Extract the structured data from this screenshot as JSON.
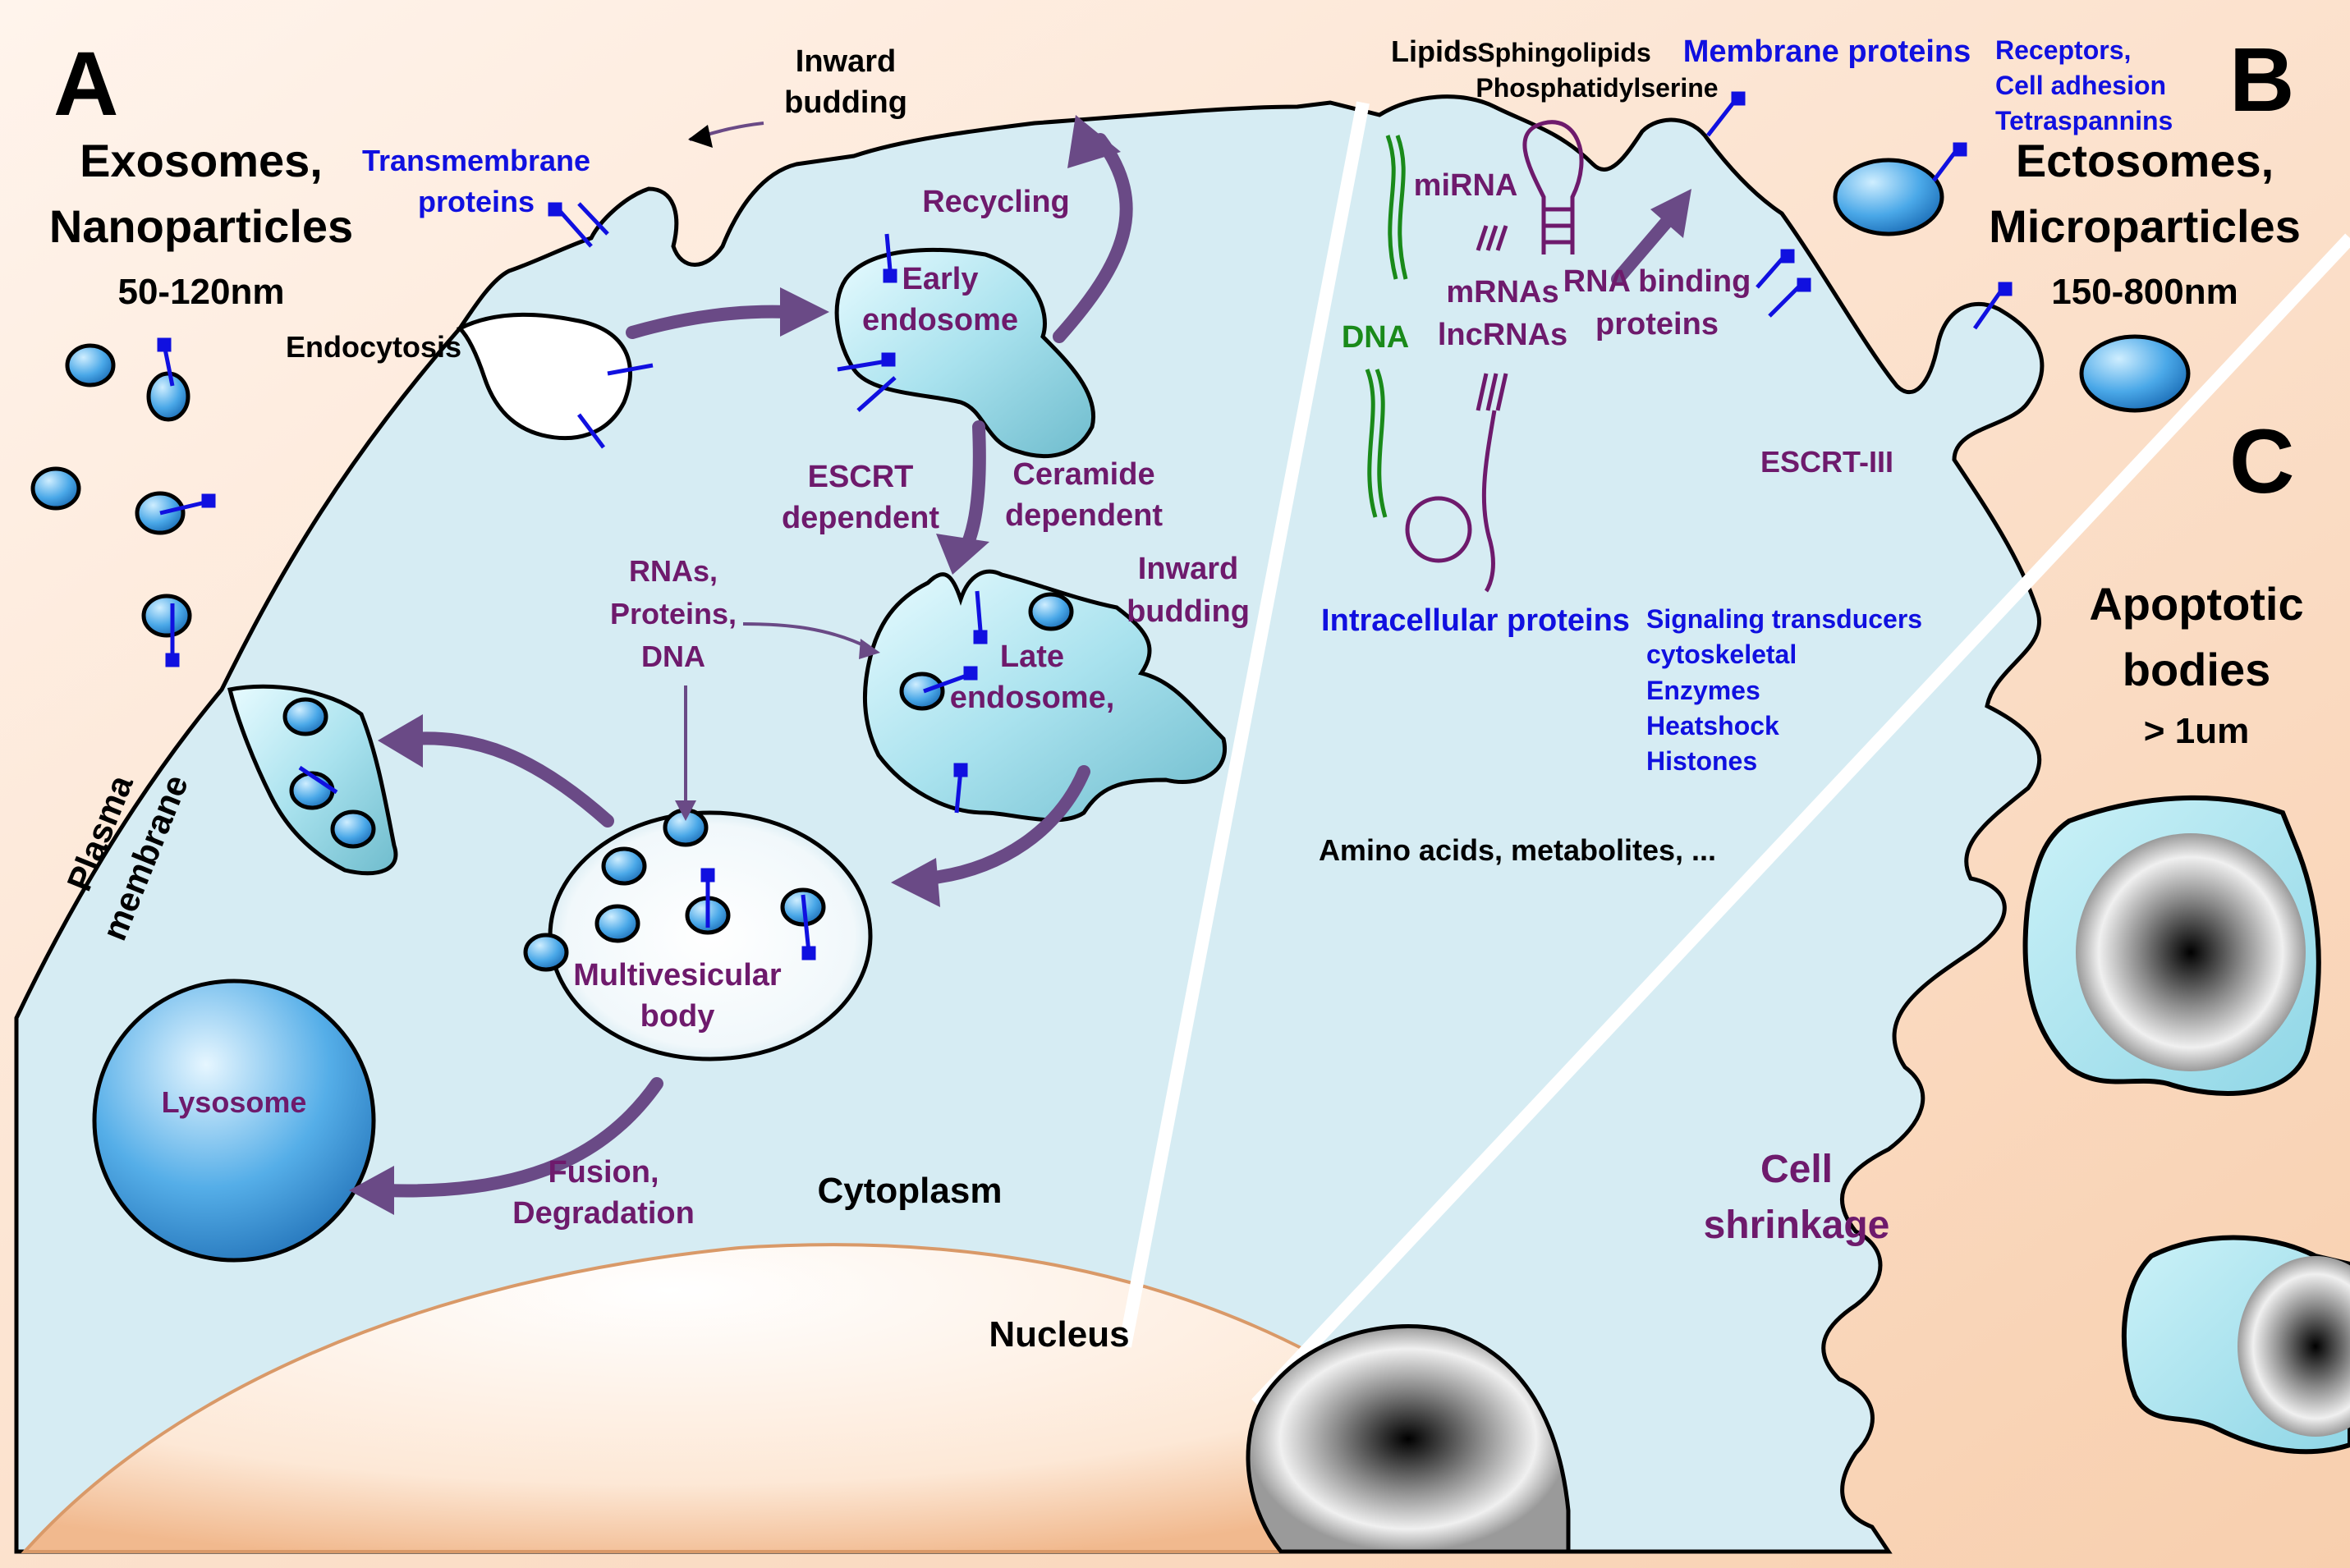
{
  "panels": {
    "a": {
      "letter": "A",
      "title_line1": "Exosomes,",
      "title_line2": "Nanoparticles",
      "size": "50-120nm"
    },
    "b": {
      "letter": "B",
      "title_line1": "Ectosomes,",
      "title_line2": "Microparticles",
      "size": "150-800nm"
    },
    "c": {
      "letter": "C",
      "title_line1": "Apoptotic",
      "title_line2": "bodies",
      "size": "> 1um"
    }
  },
  "labels": {
    "inward_budding_top_1": "Inward",
    "inward_budding_top_2": "budding",
    "transmembrane_1": "Transmembrane",
    "transmembrane_2": "proteins",
    "recycling": "Recycling",
    "early_endosome_1": "Early",
    "early_endosome_2": "endosome",
    "endocytosis": "Endocytosis",
    "escrt_1": "ESCRT",
    "escrt_2": "dependent",
    "ceramide_1": "Ceramide",
    "ceramide_2": "dependent",
    "inward_budding_mid_1": "Inward",
    "inward_budding_mid_2": "budding",
    "cargo_1": "RNAs,",
    "cargo_2": "Proteins,",
    "cargo_3": "DNA",
    "late_endosome_1": "Late",
    "late_endosome_2": "endosome,",
    "mvb_1": "Multivesicular",
    "mvb_2": "body",
    "plasma_1": "Plasma",
    "plasma_2": "membrane",
    "lysosome": "Lysosome",
    "fusion_1": "Fusion,",
    "fusion_2": "Degradation",
    "cytoplasm": "Cytoplasm",
    "nucleus": "Nucleus",
    "lipids": "Lipids",
    "sphingolipids": "Sphingolipids",
    "phosphatidylserine": "Phosphatidylserine",
    "membrane_proteins": "Membrane proteins",
    "receptors_1": "Receptors,",
    "receptors_2": "Cell adhesion",
    "receptors_3": "Tetraspannins",
    "mirna": "miRNA",
    "mrnas": "mRNAs",
    "lncrnas": "lncRNAs",
    "rna_binding_1": "RNA binding",
    "rna_binding_2": "proteins",
    "dna": "DNA",
    "escrt3": "ESCRT-III",
    "intracellular": "Intracellular proteins",
    "signaling_1": "Signaling transducers",
    "signaling_2": "cytoskeletal",
    "signaling_3": "Enzymes",
    "signaling_4": "Heatshock",
    "signaling_5": "Histones",
    "amino": "Amino acids, metabolites, ...",
    "shrink_1": "Cell",
    "shrink_2": "shrinkage"
  },
  "colors": {
    "cytoplasm": "#d6ecf3",
    "outside": "#fbdcc5",
    "arrow": "#6a4a86",
    "purple_text": "#6e1a6c",
    "blue_text": "#1010e0",
    "green_text": "#1a8a1a"
  }
}
